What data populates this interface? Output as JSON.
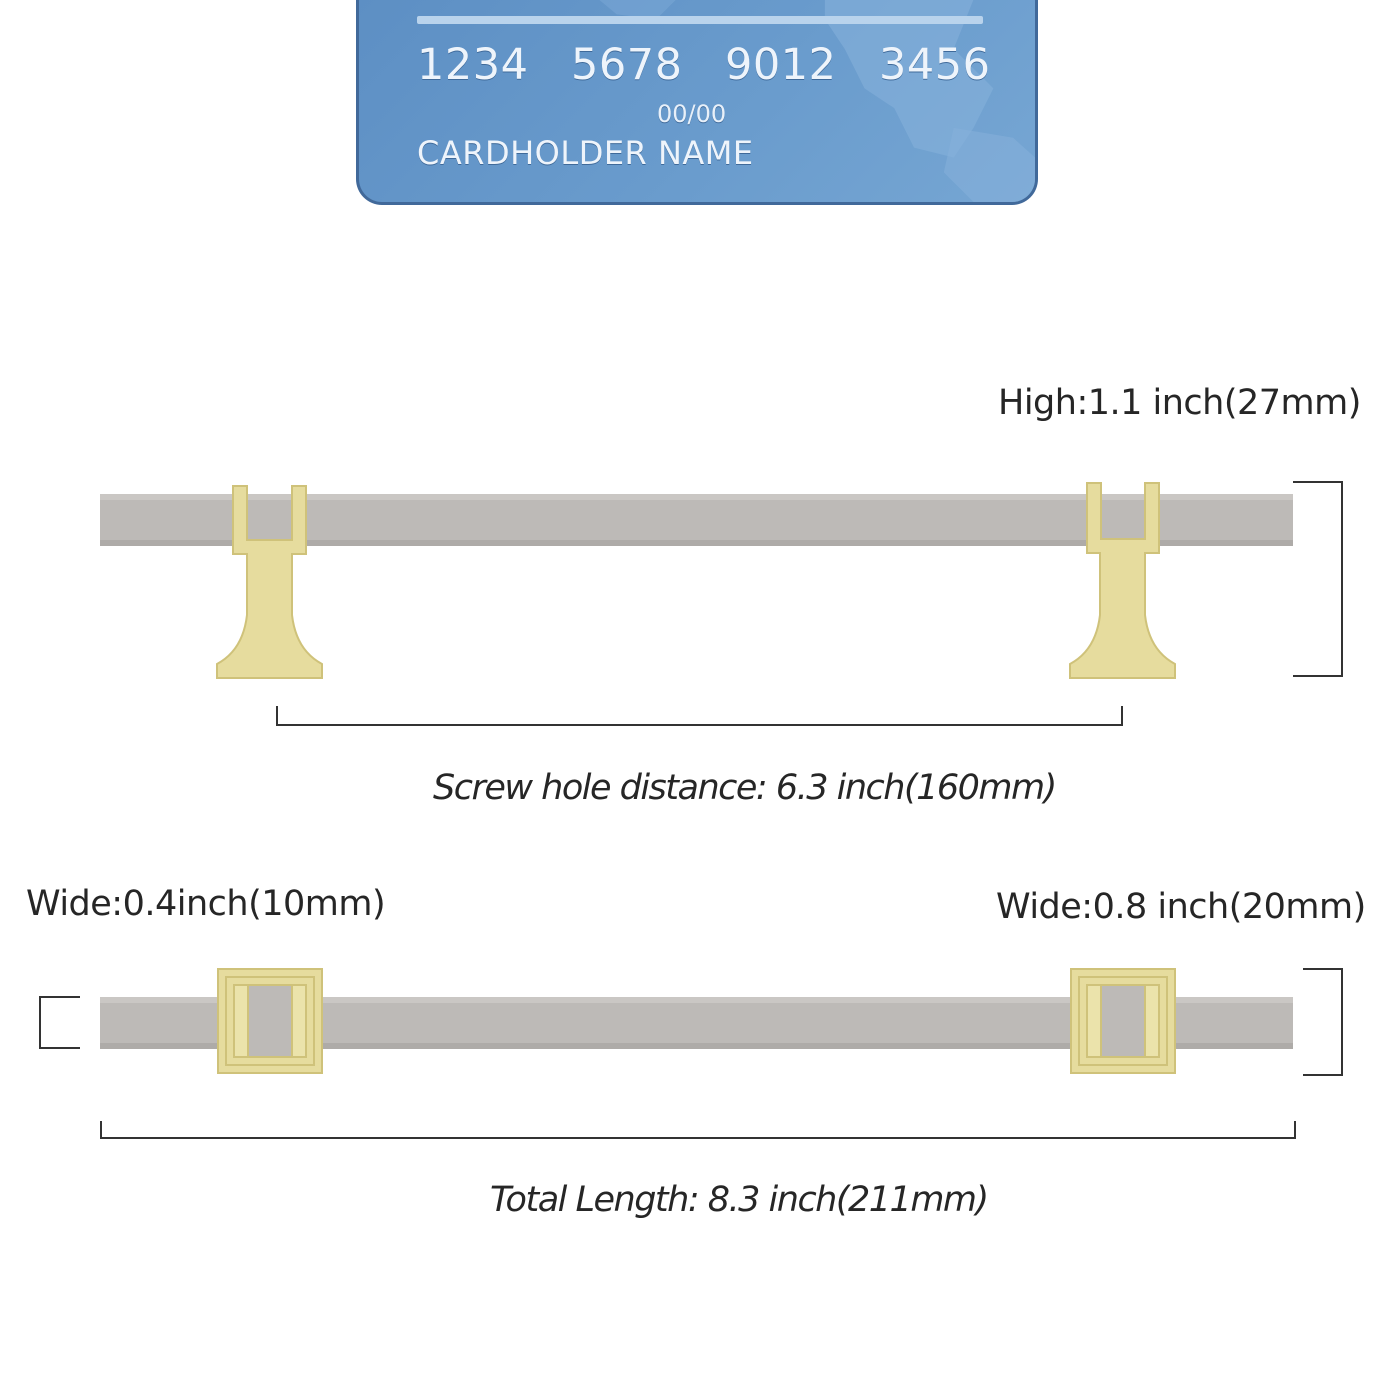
{
  "card": {
    "number_groups": [
      "1234",
      "5678",
      "9012",
      "3456"
    ],
    "expiry": "00/00",
    "cardholder": "CARDHOLDER NAME"
  },
  "dimensions": {
    "height": "High:1.1 inch(27mm)",
    "screw_hole_distance": "Screw hole distance: 6.3  inch(160mm)",
    "wide_bar": "Wide:0.4inch(10mm)",
    "wide_base": "Wide:0.8 inch(20mm)",
    "total_length": "Total Length: 8.3 inch(211mm)"
  },
  "colors": {
    "bar": "#bdbab7",
    "brass": "#e6dc9e",
    "brass_edge": "#cfc27a",
    "card_blue": "#6a9ccd",
    "line": "#333333"
  }
}
